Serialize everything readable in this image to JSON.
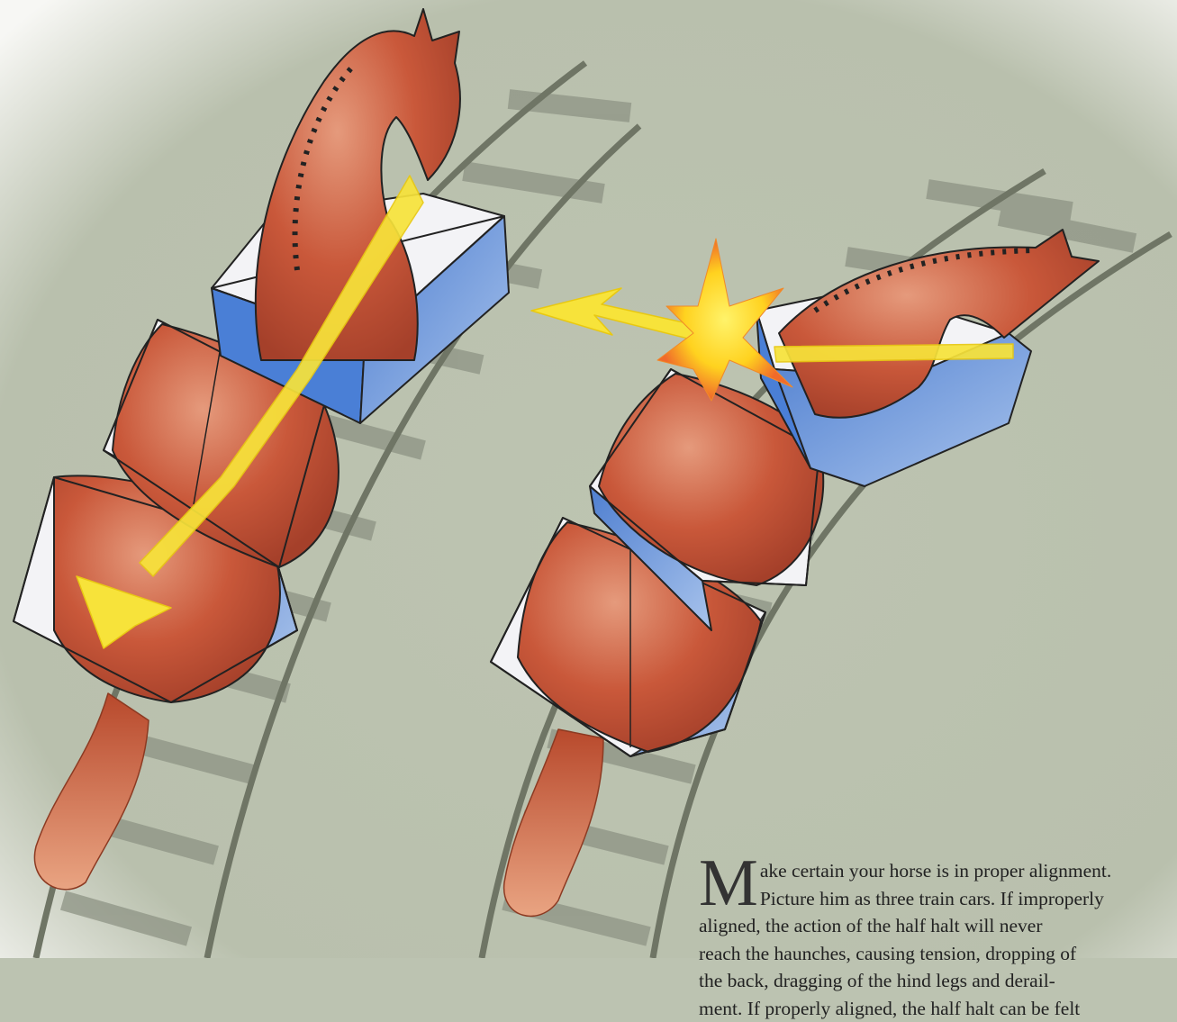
{
  "caption": {
    "drop_cap": "M",
    "line1": "ake certain your horse is in proper alignment.",
    "line2": "Picture him as three train cars. If improperly",
    "line3": "aligned, the action of the half halt will never",
    "line4": "reach the haunches, causing tension, dropping of",
    "line5": "the back, dragging of the hind legs and derail-",
    "line6": "ment. If properly aligned, the half halt can be felt"
  },
  "colors": {
    "background": "#bcc3b1",
    "horse": "#c85a3a",
    "box_top": "#f4f4f6",
    "box_side": "#5e8cd6",
    "arrow": "#f7e33a",
    "track": "#7f8574"
  },
  "figures": {
    "left": "aligned horse as three train cars, half-halt arrow flowing through to the haunches",
    "right": "misaligned horse, front car derailed, half-halt deflected at collision burst"
  }
}
